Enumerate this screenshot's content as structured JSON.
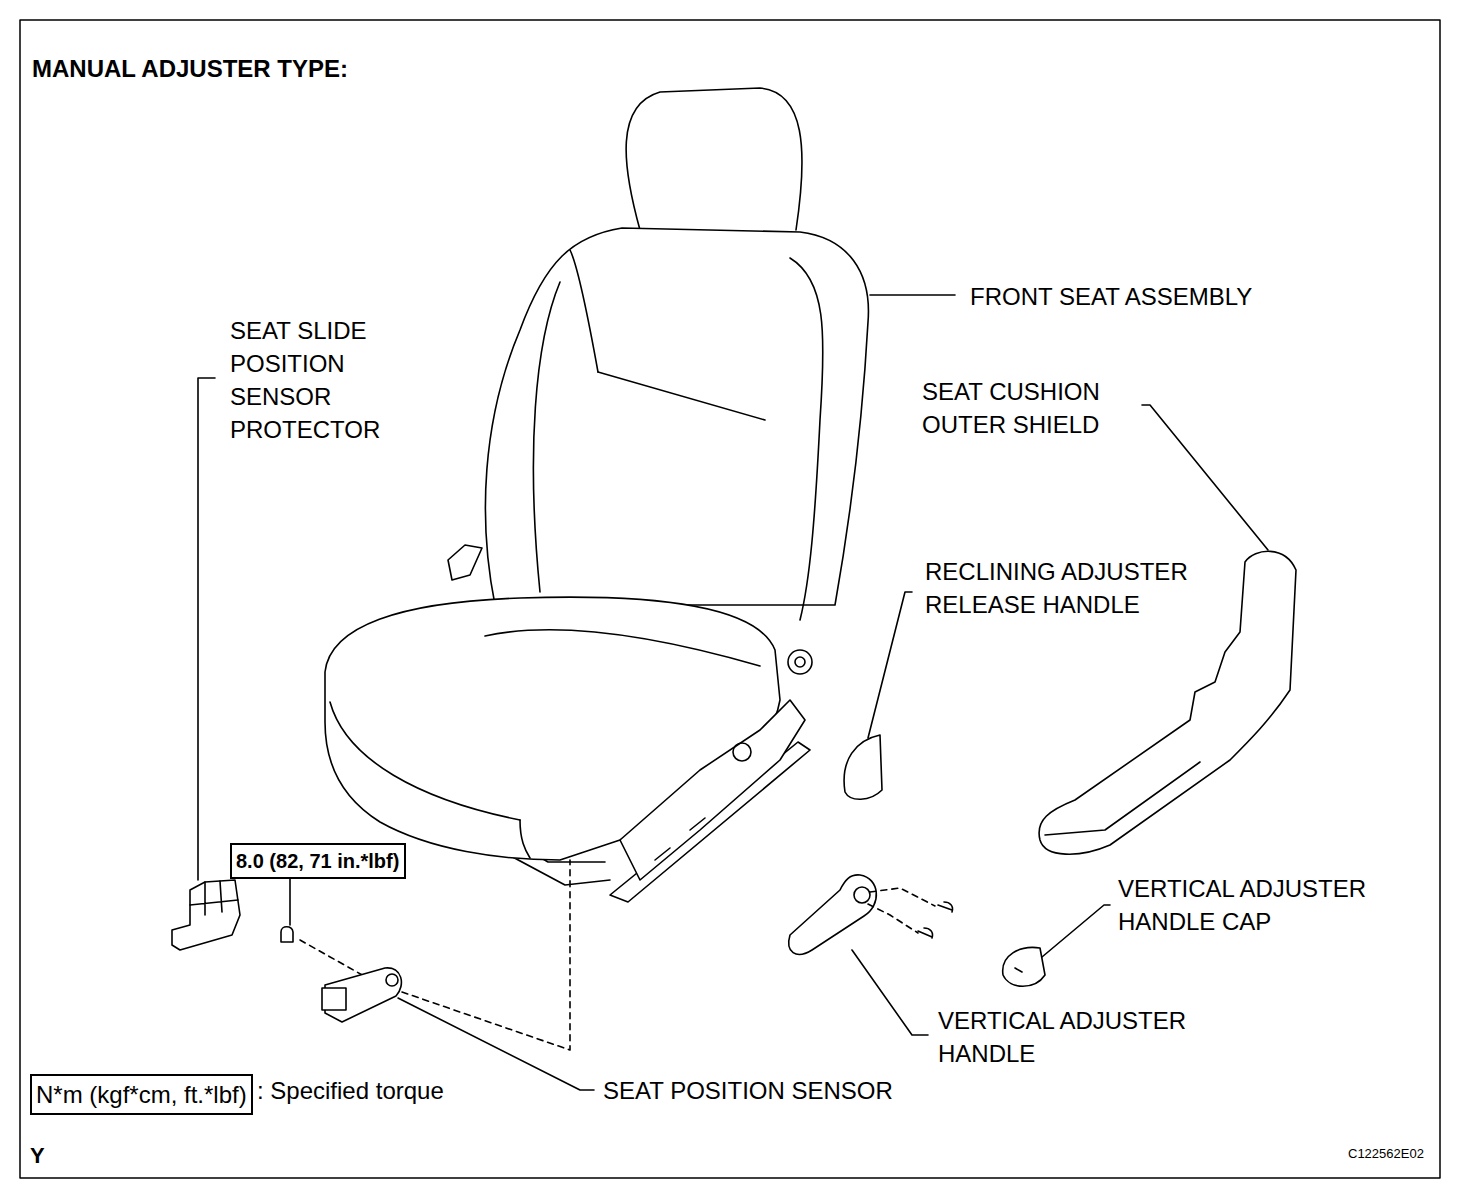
{
  "diagram": {
    "title": "MANUAL ADJUSTER TYPE:",
    "nodes": [
      {
        "text": [
          "8.0 (82, 71 in.*lbf)"
        ]
      },
      {
        "text": [
          "N*m (kgf*cm, ft.*lbf)"
        ]
      }
    ],
    "labels": [
      "FRONT SEAT ASSEMBLY",
      "SEAT SLIDE POSITION SENSOR PROTECTOR",
      "SEAT CUSHION OUTER SHIELD",
      "RECLINING ADJUSTER RELEASE HANDLE",
      "VERTICAL ADJUSTER HANDLE CAP",
      "VERTICAL ADJUSTER HANDLE",
      "SEAT POSITION SENSOR",
      ": Specified torque",
      "Y",
      "C122562E02"
    ]
  }
}
